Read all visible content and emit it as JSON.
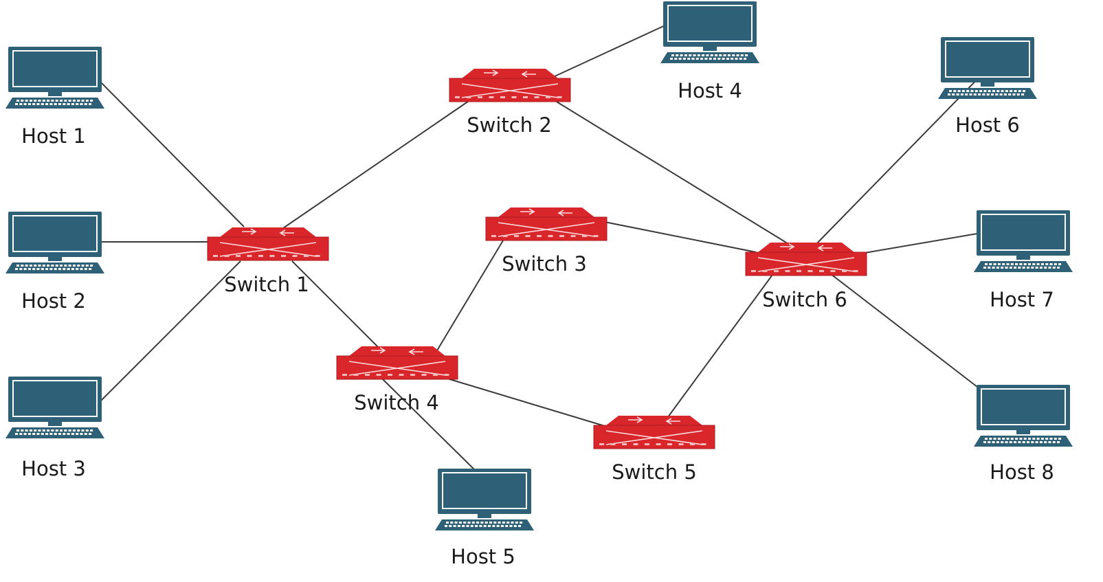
{
  "colors": {
    "switch": "#d9262b",
    "switch_dark": "#a81b20",
    "host": "#2e6178",
    "host_dark": "#1f4a5c",
    "link": "#3a3a3a"
  },
  "icons": {
    "switch": "network-switch-icon",
    "host": "desktop-computer-icon"
  },
  "nodes": [
    {
      "id": "host1",
      "type": "host",
      "label": "Host 1"
    },
    {
      "id": "host2",
      "type": "host",
      "label": "Host 2"
    },
    {
      "id": "host3",
      "type": "host",
      "label": "Host 3"
    },
    {
      "id": "host4",
      "type": "host",
      "label": "Host 4"
    },
    {
      "id": "host5",
      "type": "host",
      "label": "Host 5"
    },
    {
      "id": "host6",
      "type": "host",
      "label": "Host 6"
    },
    {
      "id": "host7",
      "type": "host",
      "label": "Host 7"
    },
    {
      "id": "host8",
      "type": "host",
      "label": "Host 8"
    },
    {
      "id": "switch1",
      "type": "switch",
      "label": "Switch 1"
    },
    {
      "id": "switch2",
      "type": "switch",
      "label": "Switch 2"
    },
    {
      "id": "switch3",
      "type": "switch",
      "label": "Switch 3"
    },
    {
      "id": "switch4",
      "type": "switch",
      "label": "Switch 4"
    },
    {
      "id": "switch5",
      "type": "switch",
      "label": "Switch 5"
    },
    {
      "id": "switch6",
      "type": "switch",
      "label": "Switch 6"
    }
  ],
  "links": [
    [
      "host1",
      "switch1"
    ],
    [
      "host2",
      "switch1"
    ],
    [
      "host3",
      "switch1"
    ],
    [
      "switch1",
      "switch2"
    ],
    [
      "switch1",
      "switch4"
    ],
    [
      "switch2",
      "host4"
    ],
    [
      "switch2",
      "switch6"
    ],
    [
      "switch3",
      "switch6"
    ],
    [
      "switch3",
      "switch4"
    ],
    [
      "switch4",
      "switch5"
    ],
    [
      "switch4",
      "host5"
    ],
    [
      "switch5",
      "switch6"
    ],
    [
      "switch6",
      "host6"
    ],
    [
      "switch6",
      "host7"
    ],
    [
      "switch6",
      "host8"
    ]
  ]
}
